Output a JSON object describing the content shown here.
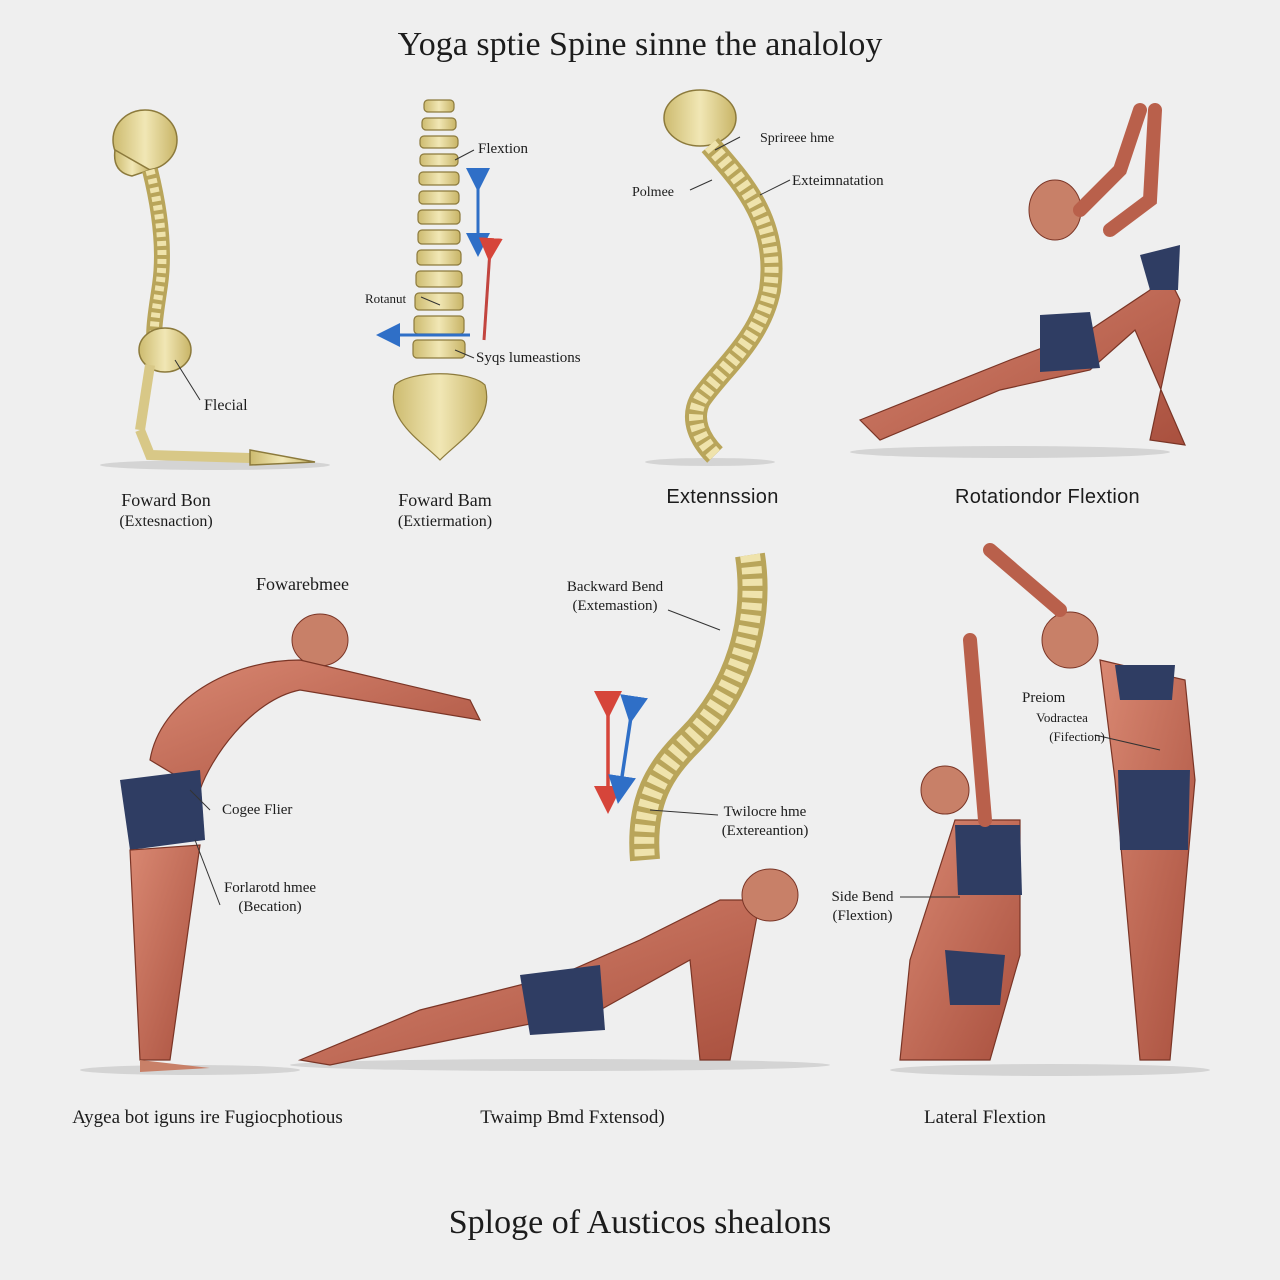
{
  "title": "Yoga sptie  Spine  sinne  the  analoloy",
  "footer": "Sploge  of  Austicos  shealons",
  "colors": {
    "background": "#efefef",
    "bone": "#e9dca0",
    "bone_outline": "#8c7a3c",
    "muscle": "#c46a55",
    "muscle_dark": "#8f3f30",
    "shorts": "#2f3d63",
    "arrow_blue": "#2f6fc7",
    "arrow_red": "#d6453a"
  },
  "panels": {
    "skeleton_kneel": {
      "caption_line1": "Foward Bon",
      "caption_line2": "(Extesnaction)",
      "label": "Flecial"
    },
    "spine_front": {
      "caption_line1": "Foward Bam",
      "caption_line2": "(Extiermation)",
      "labels": {
        "flexion": "Flextion",
        "rotation": "Rotanut",
        "side": "Syqs lumeastions"
      }
    },
    "spine_side": {
      "caption": "Extennssion",
      "labels": {
        "top": "Sprireee hme",
        "mid": "Exteimnatation",
        "left": "Polmee"
      }
    },
    "backbend_figure": {
      "caption": "Rotationdor Flextion"
    },
    "forward_bend_figure": {
      "heading": "Fowarebmee",
      "labels": {
        "core": "Cogee Flier",
        "lower_line1": "Forlarotd hmee",
        "lower_line2": "(Becation)"
      },
      "caption": "Aygea  bot  iguns ire  Fugiocphotious"
    },
    "spine_backward": {
      "label_top_line1": "Backward Bend",
      "label_top_line2": "(Extemastion)",
      "label_bottom_line1": "Twilocre hme",
      "label_bottom_line2": "(Extereantion)"
    },
    "plank_figure": {
      "caption": "Twaimp Bmd Fxtensod)"
    },
    "lateral_figures": {
      "side_line1": "Side Bend",
      "side_line2": "(Flextion)",
      "top_line1": "Preiom",
      "top_line2": "Vodractea",
      "top_line3": "(Fifection)",
      "caption": "Lateral Flextion"
    }
  }
}
